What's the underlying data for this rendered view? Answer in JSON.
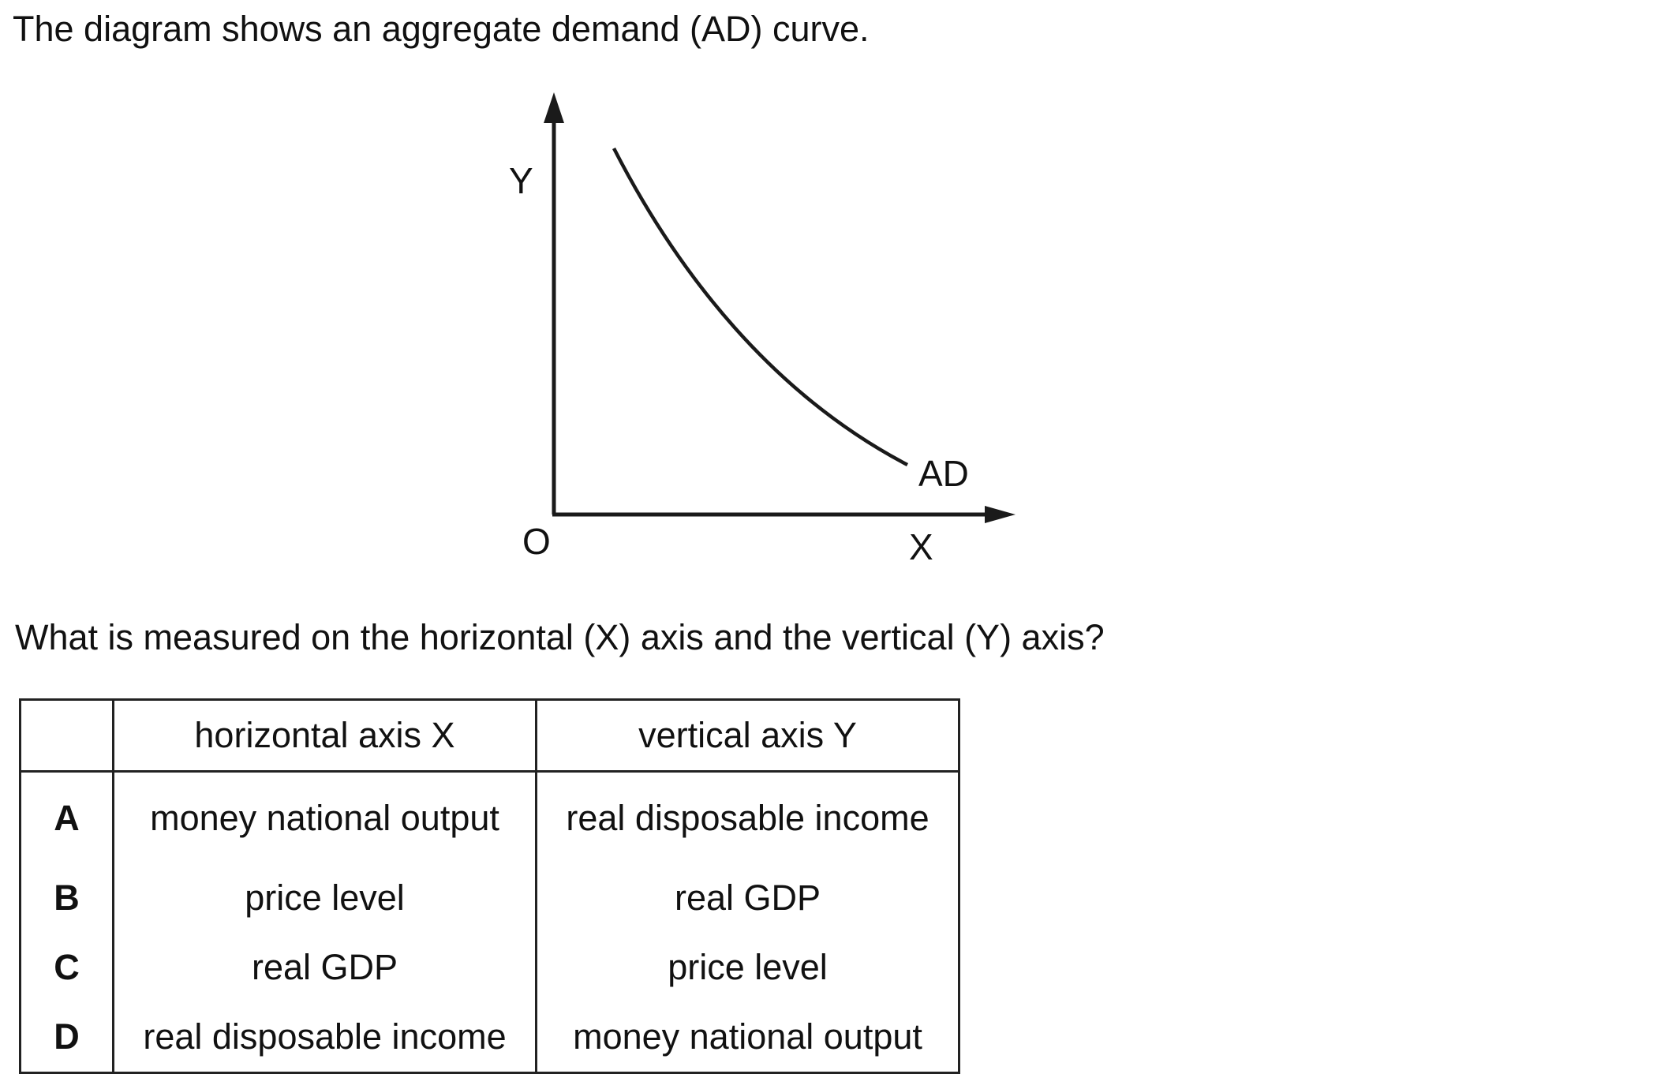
{
  "intro_text": "The diagram shows an aggregate demand (AD) curve.",
  "diagram": {
    "y_axis_label": "Y",
    "x_axis_label": "X",
    "origin_label": "O",
    "curve_label": "AD"
  },
  "question_text": "What is measured on the horizontal (X) axis and the vertical (Y) axis?",
  "table": {
    "headers": [
      "",
      "horizontal axis X",
      "vertical axis Y"
    ],
    "rows": [
      {
        "letter": "A",
        "x": "money national output",
        "y": "real disposable income"
      },
      {
        "letter": "B",
        "x": "price level",
        "y": "real GDP"
      },
      {
        "letter": "C",
        "x": "real GDP",
        "y": "price level"
      },
      {
        "letter": "D",
        "x": "real disposable income",
        "y": "money national output"
      }
    ]
  }
}
